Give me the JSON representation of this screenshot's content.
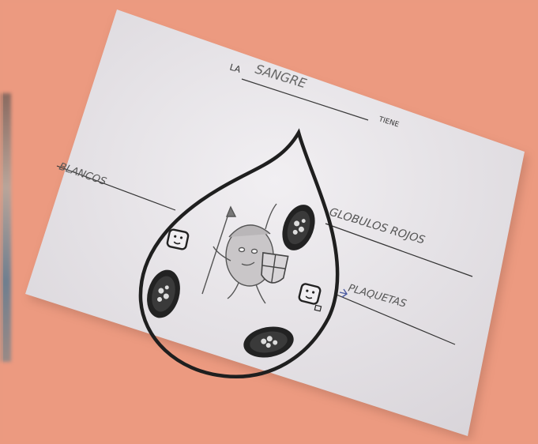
{
  "worksheet": {
    "prefix": "LA",
    "handwritten_word": "SANGRE",
    "suffix": "TIENE"
  },
  "labels": {
    "left": "BLANCOS",
    "right_top": "GLOBULOS ROJOS",
    "right_bottom": "PLAQUETAS"
  },
  "colors": {
    "background": "#ec9a80",
    "paper": "#eceaec",
    "ink": "#2a2a2a",
    "pencil": "#555555"
  }
}
